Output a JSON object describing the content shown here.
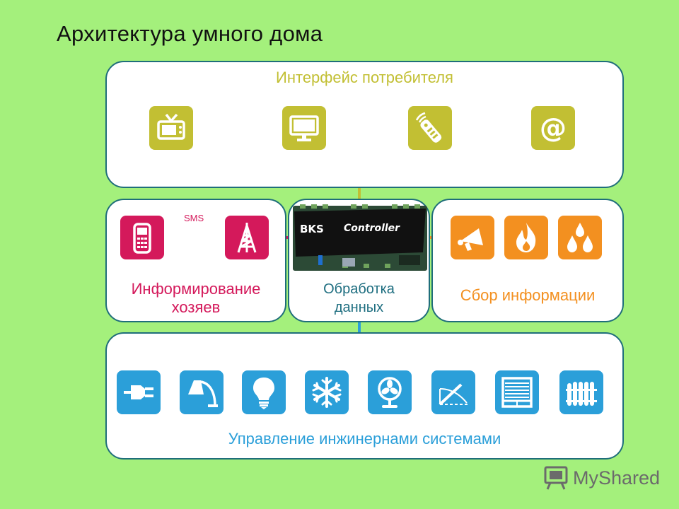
{
  "title": "Архитектура умного дома",
  "panels": {
    "consumer": {
      "title": "Интерфейс потребителя"
    },
    "owners": {
      "title_line1": "Информирование",
      "title_line2": "хозяев"
    },
    "processing": {
      "title_line1": "Обработка",
      "title_line2": "данных"
    },
    "collection": {
      "title": "Сбор информации"
    },
    "engineering": {
      "title": "Управление инжинернами системами"
    }
  },
  "sms_label": "SMS",
  "controller": {
    "brand": "BKS",
    "label": "Controller"
  },
  "watermark": {
    "text": "MyShared"
  },
  "colors": {
    "background": "#a4f07c",
    "panel_border": "#1f6e7a",
    "consumer": "#c2bf33",
    "owners": "#d4195b",
    "collection": "#f39020",
    "engineering": "#2b9fd9",
    "processing": "#1e6e80"
  },
  "icons": {
    "consumer": [
      "tv-icon",
      "monitor-icon",
      "remote-icon",
      "email-at-icon"
    ],
    "owners": [
      "mobile-phone-icon",
      "radio-tower-icon"
    ],
    "collection": [
      "megaphone-icon",
      "fire-icon",
      "water-drops-icon"
    ],
    "engineering": [
      "power-plug-icon",
      "desk-lamp-icon",
      "light-bulb-icon",
      "snowflake-icon",
      "fan-icon",
      "window-icon",
      "blinds-icon",
      "radiator-icon"
    ]
  }
}
